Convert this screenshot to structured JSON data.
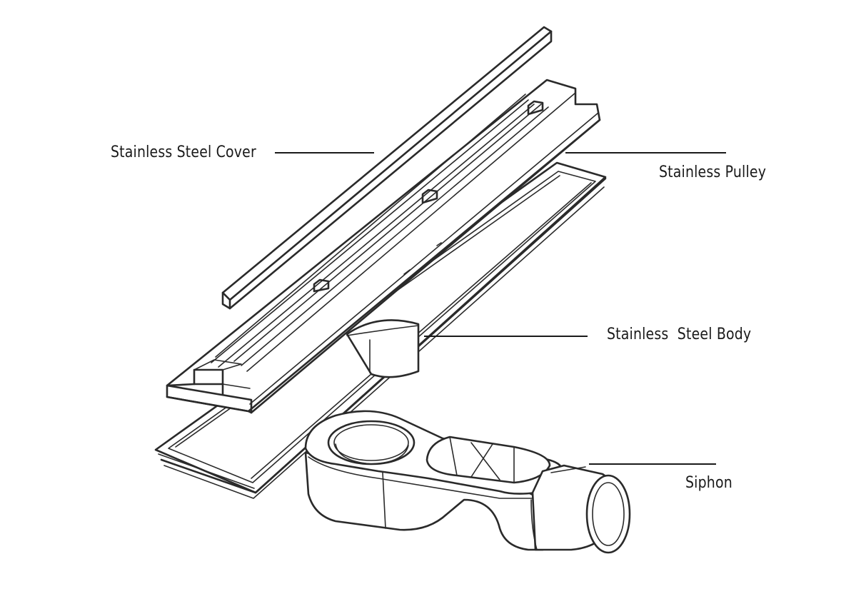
{
  "labels": {
    "cover": "Stainless Steel Cover",
    "pulley": "Stainless Pulley",
    "body": "Stainless  Steel Body",
    "siphon": "Siphon"
  }
}
